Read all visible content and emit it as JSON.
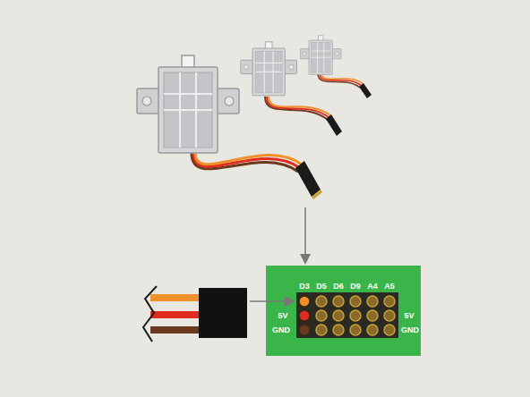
{
  "diagram": {
    "labels": [
      "D3",
      "D5",
      "D6",
      "D9",
      "A4",
      "A5",
      "5V",
      "GND",
      "5V",
      "GND"
    ]
  }
}
